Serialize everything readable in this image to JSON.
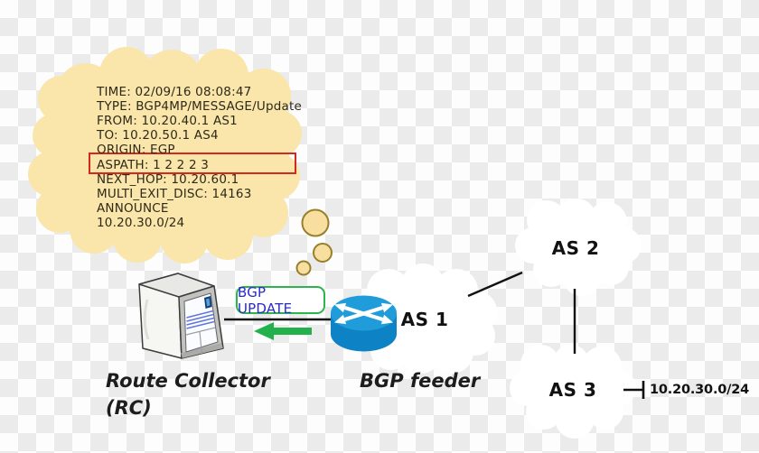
{
  "bubble": {
    "lines": [
      "TIME: 02/09/16 08:08:47",
      "TYPE: BGP4MP/MESSAGE/Update",
      "FROM: 10.20.40.1 AS1",
      "TO: 10.20.50.1 AS4",
      "ORIGIN: EGP",
      "ASPATH: 1 2 2 2 3",
      "NEXT_HOP: 10.20.60.1",
      "MULTI_EXIT_DISC: 14163",
      "ANNOUNCE",
      "10.20.30.0/24"
    ],
    "highlighted_line": "ASPATH: 1 2 2 2 3"
  },
  "update_badge": {
    "label": "BGP UPDATE"
  },
  "nodes": {
    "route_collector": {
      "title": "Route Collector",
      "subtitle": "(RC)"
    },
    "bgp_feeder": {
      "label": "BGP feeder"
    },
    "as1": {
      "label": "AS 1"
    },
    "as2": {
      "label": "AS 2"
    },
    "as3": {
      "label": "AS 3"
    },
    "prefix": {
      "label": "10.20.30.0/24"
    }
  },
  "colors": {
    "bubble_fill": "#FAE5AB",
    "bubble_trail_stroke": "#96802D",
    "bubble_text": "#2E2A18",
    "highlight_box": "#D2281E",
    "badge_border": "#2DB34F",
    "badge_text": "#2A2ACC",
    "arrow_green": "#22B14C",
    "router_top": "#1F9CD9",
    "router_body": "#0D83C6",
    "line_black": "#111111",
    "checker_gray": "#EBEBEB"
  }
}
